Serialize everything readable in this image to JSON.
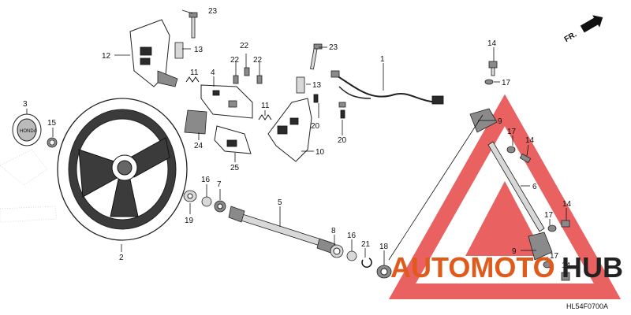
{
  "diagram_code": "HL54F0700A",
  "direction_label": "FR.",
  "watermark": {
    "brand": "AUTOMOTO",
    "brand_suffix": "HUB",
    "colors": {
      "brand": "#e05a1c",
      "suffix": "#222222",
      "triangle": "#e43a3a"
    }
  },
  "callouts": [
    {
      "id": "c23a",
      "label": "23"
    },
    {
      "id": "c13a",
      "label": "13"
    },
    {
      "id": "c12",
      "label": "12"
    },
    {
      "id": "c11a",
      "label": "11"
    },
    {
      "id": "c22a",
      "label": "22"
    },
    {
      "id": "c22b",
      "label": "22"
    },
    {
      "id": "c22c",
      "label": "22"
    },
    {
      "id": "c4",
      "label": "4"
    },
    {
      "id": "c23b",
      "label": "23"
    },
    {
      "id": "c1",
      "label": "1"
    },
    {
      "id": "c13b",
      "label": "13"
    },
    {
      "id": "c14a",
      "label": "14"
    },
    {
      "id": "c17a",
      "label": "17"
    },
    {
      "id": "c3",
      "label": "3"
    },
    {
      "id": "c15",
      "label": "15"
    },
    {
      "id": "c11b",
      "label": "11"
    },
    {
      "id": "c20a",
      "label": "20"
    },
    {
      "id": "c9a",
      "label": "9"
    },
    {
      "id": "c20b",
      "label": "20"
    },
    {
      "id": "c24",
      "label": "24"
    },
    {
      "id": "c10",
      "label": "10"
    },
    {
      "id": "c17b",
      "label": "17"
    },
    {
      "id": "c14b",
      "label": "14"
    },
    {
      "id": "c25",
      "label": "25"
    },
    {
      "id": "c16a",
      "label": "16"
    },
    {
      "id": "c7",
      "label": "7"
    },
    {
      "id": "c6",
      "label": "6"
    },
    {
      "id": "c19",
      "label": "19"
    },
    {
      "id": "c5",
      "label": "5"
    },
    {
      "id": "c17c",
      "label": "17"
    },
    {
      "id": "c14c",
      "label": "14"
    },
    {
      "id": "c8",
      "label": "8"
    },
    {
      "id": "c16b",
      "label": "16"
    },
    {
      "id": "c21",
      "label": "21"
    },
    {
      "id": "c18",
      "label": "18"
    },
    {
      "id": "c9b",
      "label": "9"
    },
    {
      "id": "c17d",
      "label": "17"
    },
    {
      "id": "c14d",
      "label": "14"
    },
    {
      "id": "c2",
      "label": "2"
    }
  ]
}
